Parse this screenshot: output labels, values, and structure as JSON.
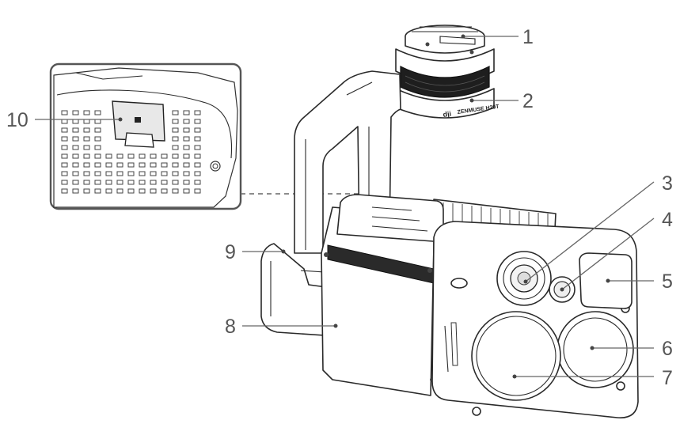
{
  "figure": {
    "brand_mark": "dji",
    "model_mark": "ZENMUSE H20T",
    "callouts": [
      {
        "number": "1"
      },
      {
        "number": "2"
      },
      {
        "number": "3"
      },
      {
        "number": "4"
      },
      {
        "number": "5"
      },
      {
        "number": "6"
      },
      {
        "number": "7"
      },
      {
        "number": "8"
      },
      {
        "number": "9"
      },
      {
        "number": "10"
      }
    ]
  }
}
